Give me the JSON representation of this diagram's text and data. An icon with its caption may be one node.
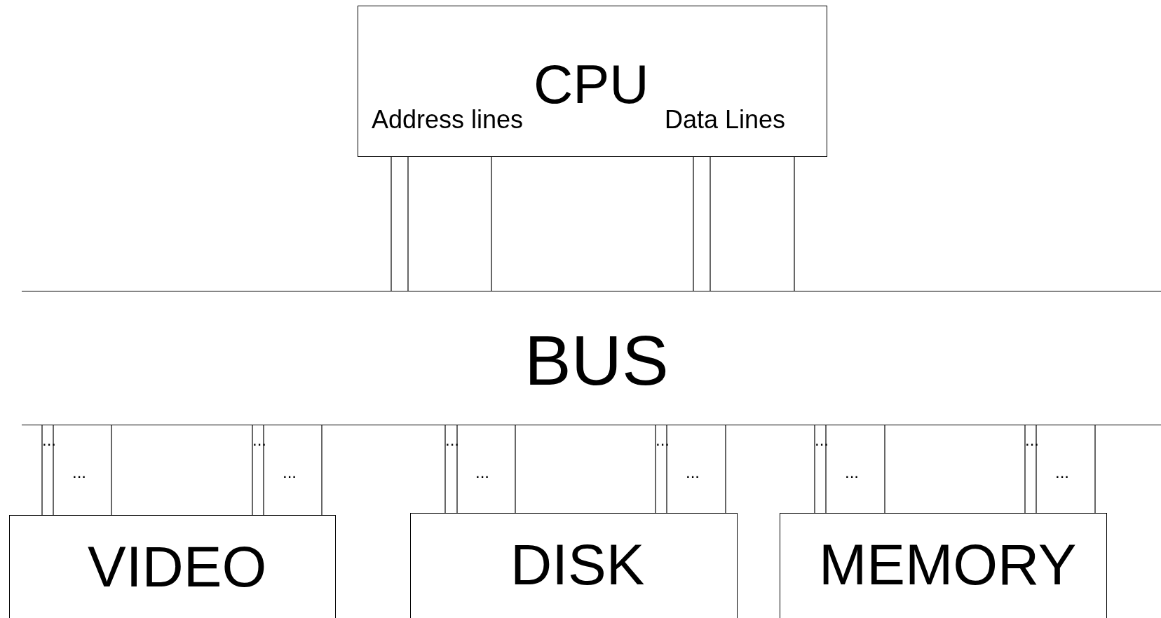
{
  "diagram": {
    "nodes": [
      {
        "text": [
          "CPU",
          "Address lines",
          "Data Lines"
        ]
      },
      {
        "text": [
          "BUS"
        ]
      },
      {
        "text": [
          "VIDEO"
        ]
      },
      {
        "text": [
          "DISK"
        ]
      },
      {
        "text": [
          "MEMORY"
        ]
      }
    ],
    "edges": [
      {
        "from": 0,
        "to": 1,
        "arrow": "none"
      },
      {
        "from": 0,
        "to": 1,
        "arrow": "none"
      },
      {
        "from": 0,
        "to": 1,
        "arrow": "none"
      },
      {
        "from": 0,
        "to": 1,
        "arrow": "none"
      },
      {
        "from": 0,
        "to": 1,
        "arrow": "none"
      },
      {
        "from": 0,
        "to": 1,
        "arrow": "none"
      },
      {
        "from": 1,
        "to": 2,
        "arrow": "none"
      },
      {
        "from": 1,
        "to": 2,
        "arrow": "none"
      },
      {
        "from": 1,
        "to": 2,
        "arrow": "none"
      },
      {
        "from": 1,
        "to": 2,
        "arrow": "none"
      },
      {
        "from": 1,
        "to": 2,
        "arrow": "none"
      },
      {
        "from": 1,
        "to": 2,
        "arrow": "none"
      },
      {
        "from": 1,
        "to": 3,
        "arrow": "none"
      },
      {
        "from": 1,
        "to": 3,
        "arrow": "none"
      },
      {
        "from": 1,
        "to": 3,
        "arrow": "none"
      },
      {
        "from": 1,
        "to": 3,
        "arrow": "none"
      },
      {
        "from": 1,
        "to": 3,
        "arrow": "none"
      },
      {
        "from": 1,
        "to": 3,
        "arrow": "none"
      },
      {
        "from": 1,
        "to": 4,
        "arrow": "none"
      },
      {
        "from": 1,
        "to": 4,
        "arrow": "none"
      },
      {
        "from": 1,
        "to": 4,
        "arrow": "none"
      },
      {
        "from": 1,
        "to": 4,
        "arrow": "none"
      },
      {
        "from": 1,
        "to": 4,
        "arrow": "none"
      },
      {
        "from": 1,
        "to": 4,
        "arrow": "none"
      }
    ],
    "labels": [
      "...",
      "...",
      "...",
      "...",
      "...",
      "...",
      "...",
      "...",
      "...",
      "...",
      "...",
      "..."
    ]
  }
}
